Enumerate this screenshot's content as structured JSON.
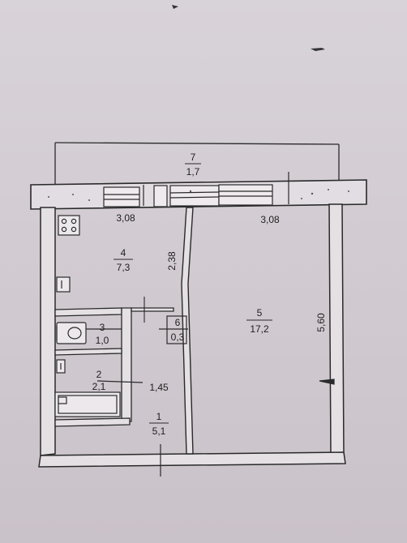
{
  "rooms": [
    {
      "number": "1",
      "area": "5,1"
    },
    {
      "number": "2",
      "area": "2,1"
    },
    {
      "number": "3",
      "area": "1,0"
    },
    {
      "number": "4",
      "area": "7,3"
    },
    {
      "number": "5",
      "area": "17,2"
    },
    {
      "number": "6",
      "area": "0,3"
    },
    {
      "number": "7",
      "area": "1,7"
    }
  ],
  "dimensions": {
    "kitchen_width": "3,08",
    "room_width": "3,08",
    "partition_length": "2,38",
    "room_length": "5,60",
    "hall_width": "1,45"
  },
  "colors": {
    "paper": "#d4ced4",
    "line": "#2a2a2a",
    "wall_fill": "#e4e0e4"
  }
}
